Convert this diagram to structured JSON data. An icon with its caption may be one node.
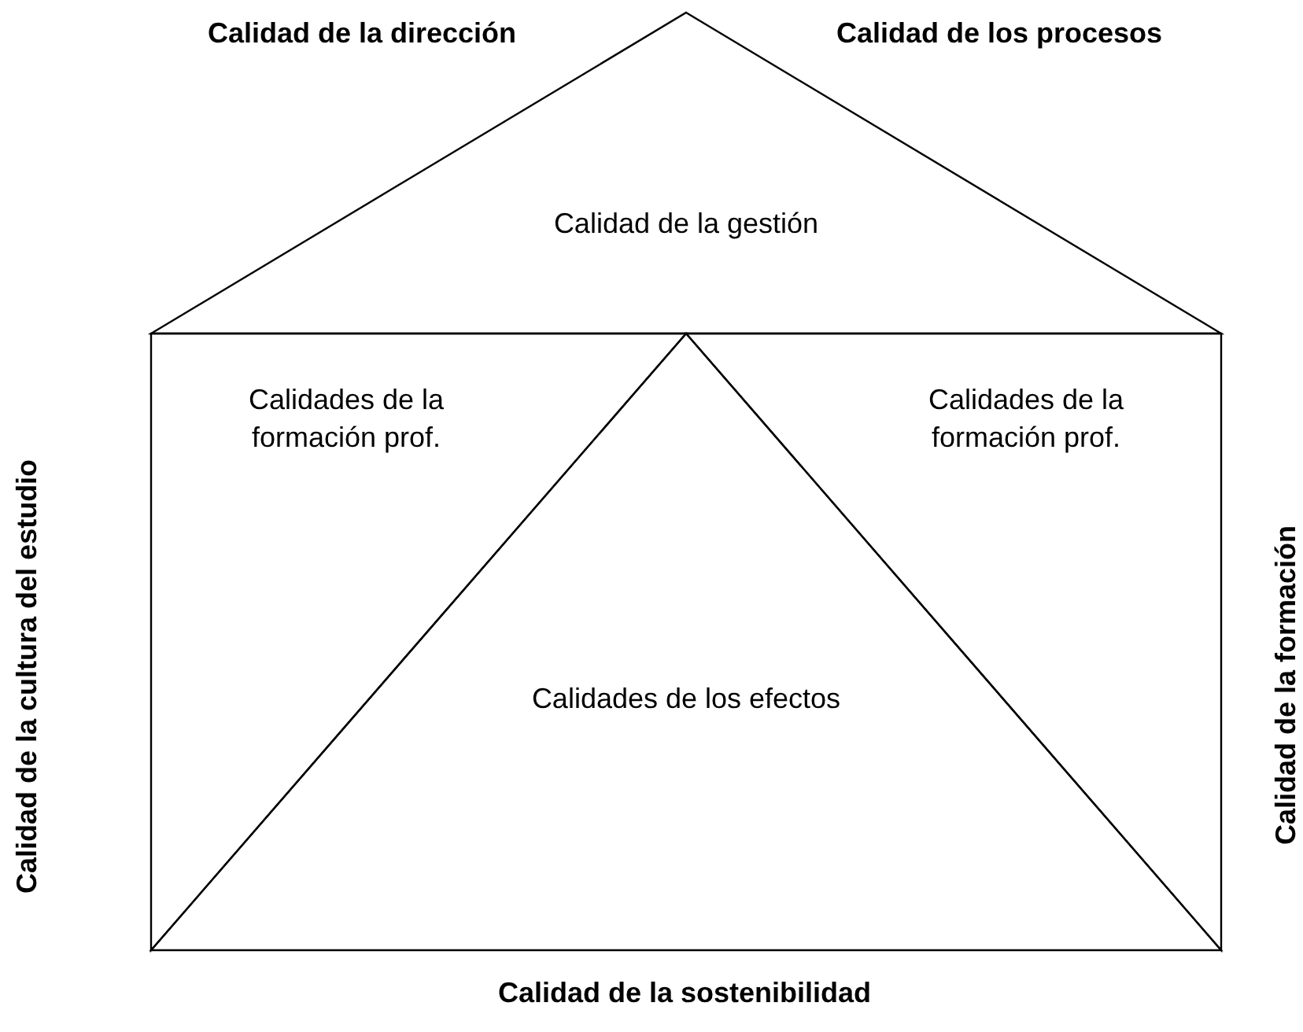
{
  "diagram": {
    "nodes": [
      {
        "text": [
          "Calidad de la gestión"
        ]
      },
      {
        "text": [
          "Calidades de la formación prof."
        ]
      },
      {
        "text": [
          "Calidades de los efectos"
        ]
      },
      {
        "text": [
          "Calidades de la formación prof."
        ]
      }
    ],
    "edges": [],
    "labels": [
      "Calidad de la dirección",
      "Calidad de los procesos",
      "Calidad de la cultura del estudio",
      "Calidad de la formación",
      "Calidad de la sostenibilidad"
    ]
  }
}
